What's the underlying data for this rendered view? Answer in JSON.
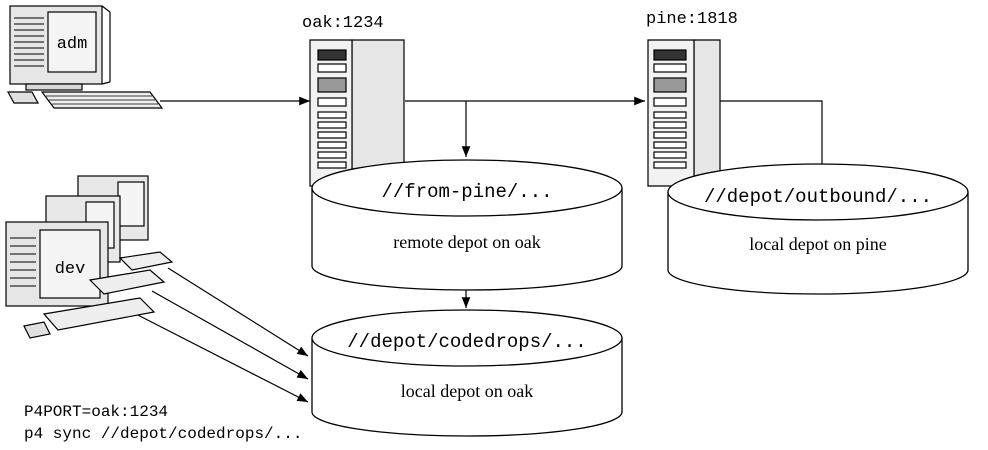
{
  "servers": {
    "oak": {
      "label": "oak:1234"
    },
    "pine": {
      "label": "pine:1818"
    }
  },
  "workstations": {
    "admin": {
      "label": "adm"
    },
    "dev": {
      "label": "dev"
    }
  },
  "depots": {
    "from_pine": {
      "path": "//from-pine/...",
      "desc_text": "remote depot on ",
      "desc_host": "oak"
    },
    "outbound": {
      "path": "//depot/outbound/...",
      "desc_text": "local depot on ",
      "desc_host": "pine"
    },
    "codedrops": {
      "path": "//depot/codedrops/...",
      "desc_text": "local depot on ",
      "desc_host": "oak"
    }
  },
  "commands": {
    "p4port": "P4PORT=oak:1234",
    "sync": "p4 sync //depot/codedrops/..."
  }
}
